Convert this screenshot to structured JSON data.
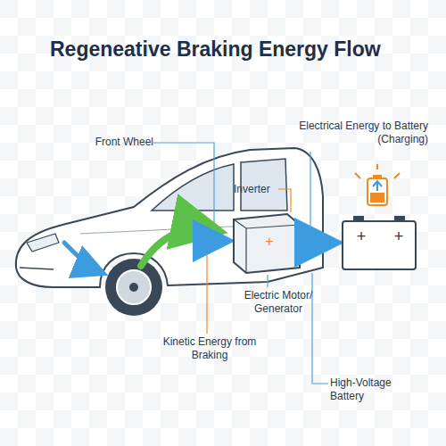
{
  "diagram": {
    "title": "Regeneative Braking Energy Flow",
    "labels": [
      "Front Wheel",
      "Electrical Energy to Battery (Charging)",
      "Inverter",
      "Electric Motor/ Generator",
      "Kinetic Energy from Braking",
      "High-Voltage Battery",
      "+",
      "+",
      "+"
    ]
  }
}
